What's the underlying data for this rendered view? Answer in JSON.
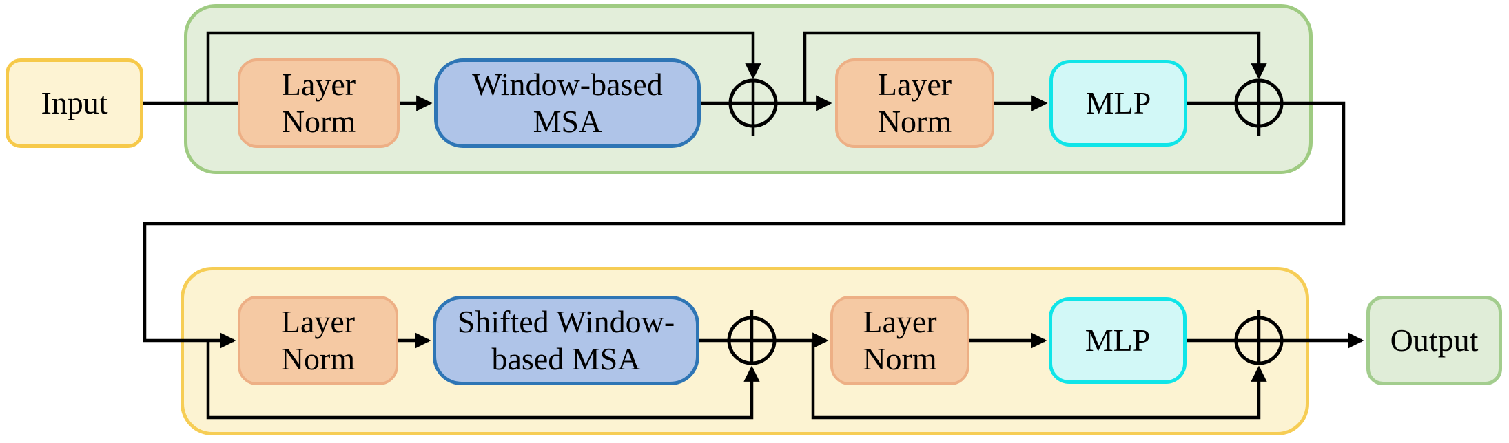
{
  "diagram": {
    "description": "Two successive transformer blocks: window-based MSA block followed by shifted-window MSA block",
    "nodes": {
      "input": {
        "label": "Input"
      },
      "ln_top_1": {
        "lines": [
          "Layer",
          "Norm"
        ]
      },
      "w_msa": {
        "lines": [
          "Window-based",
          "MSA"
        ]
      },
      "ln_top_2": {
        "lines": [
          "Layer",
          "Norm"
        ]
      },
      "mlp_top": {
        "label": "MLP"
      },
      "ln_bottom_1": {
        "lines": [
          "Layer",
          "Norm"
        ]
      },
      "sw_msa": {
        "lines": [
          "Shifted Window-",
          "based MSA"
        ]
      },
      "ln_bottom_2": {
        "lines": [
          "Layer",
          "Norm"
        ]
      },
      "mlp_bottom": {
        "label": "MLP"
      },
      "output": {
        "label": "Output"
      }
    },
    "operators": {
      "add_icon": "circle-plus (element-wise add)",
      "count": 4
    },
    "colors": {
      "input_fill": "#FDF3D3",
      "input_border": "#F6C94A",
      "green_container_fill": "#E3EEDA",
      "green_container_border": "#9FCB82",
      "yellow_container_fill": "#FCF3D2",
      "yellow_container_border": "#F6CD55",
      "layernorm_fill": "#F5C9A3",
      "layernorm_border": "#EDAF85",
      "msa_fill": "#AFC4E8",
      "msa_border": "#2E75B5",
      "mlp_fill": "#D2F8F7",
      "mlp_border": "#10E5E8",
      "output_fill": "#E0EDD8",
      "output_border": "#A3CD8E",
      "wire": "#000000"
    }
  }
}
